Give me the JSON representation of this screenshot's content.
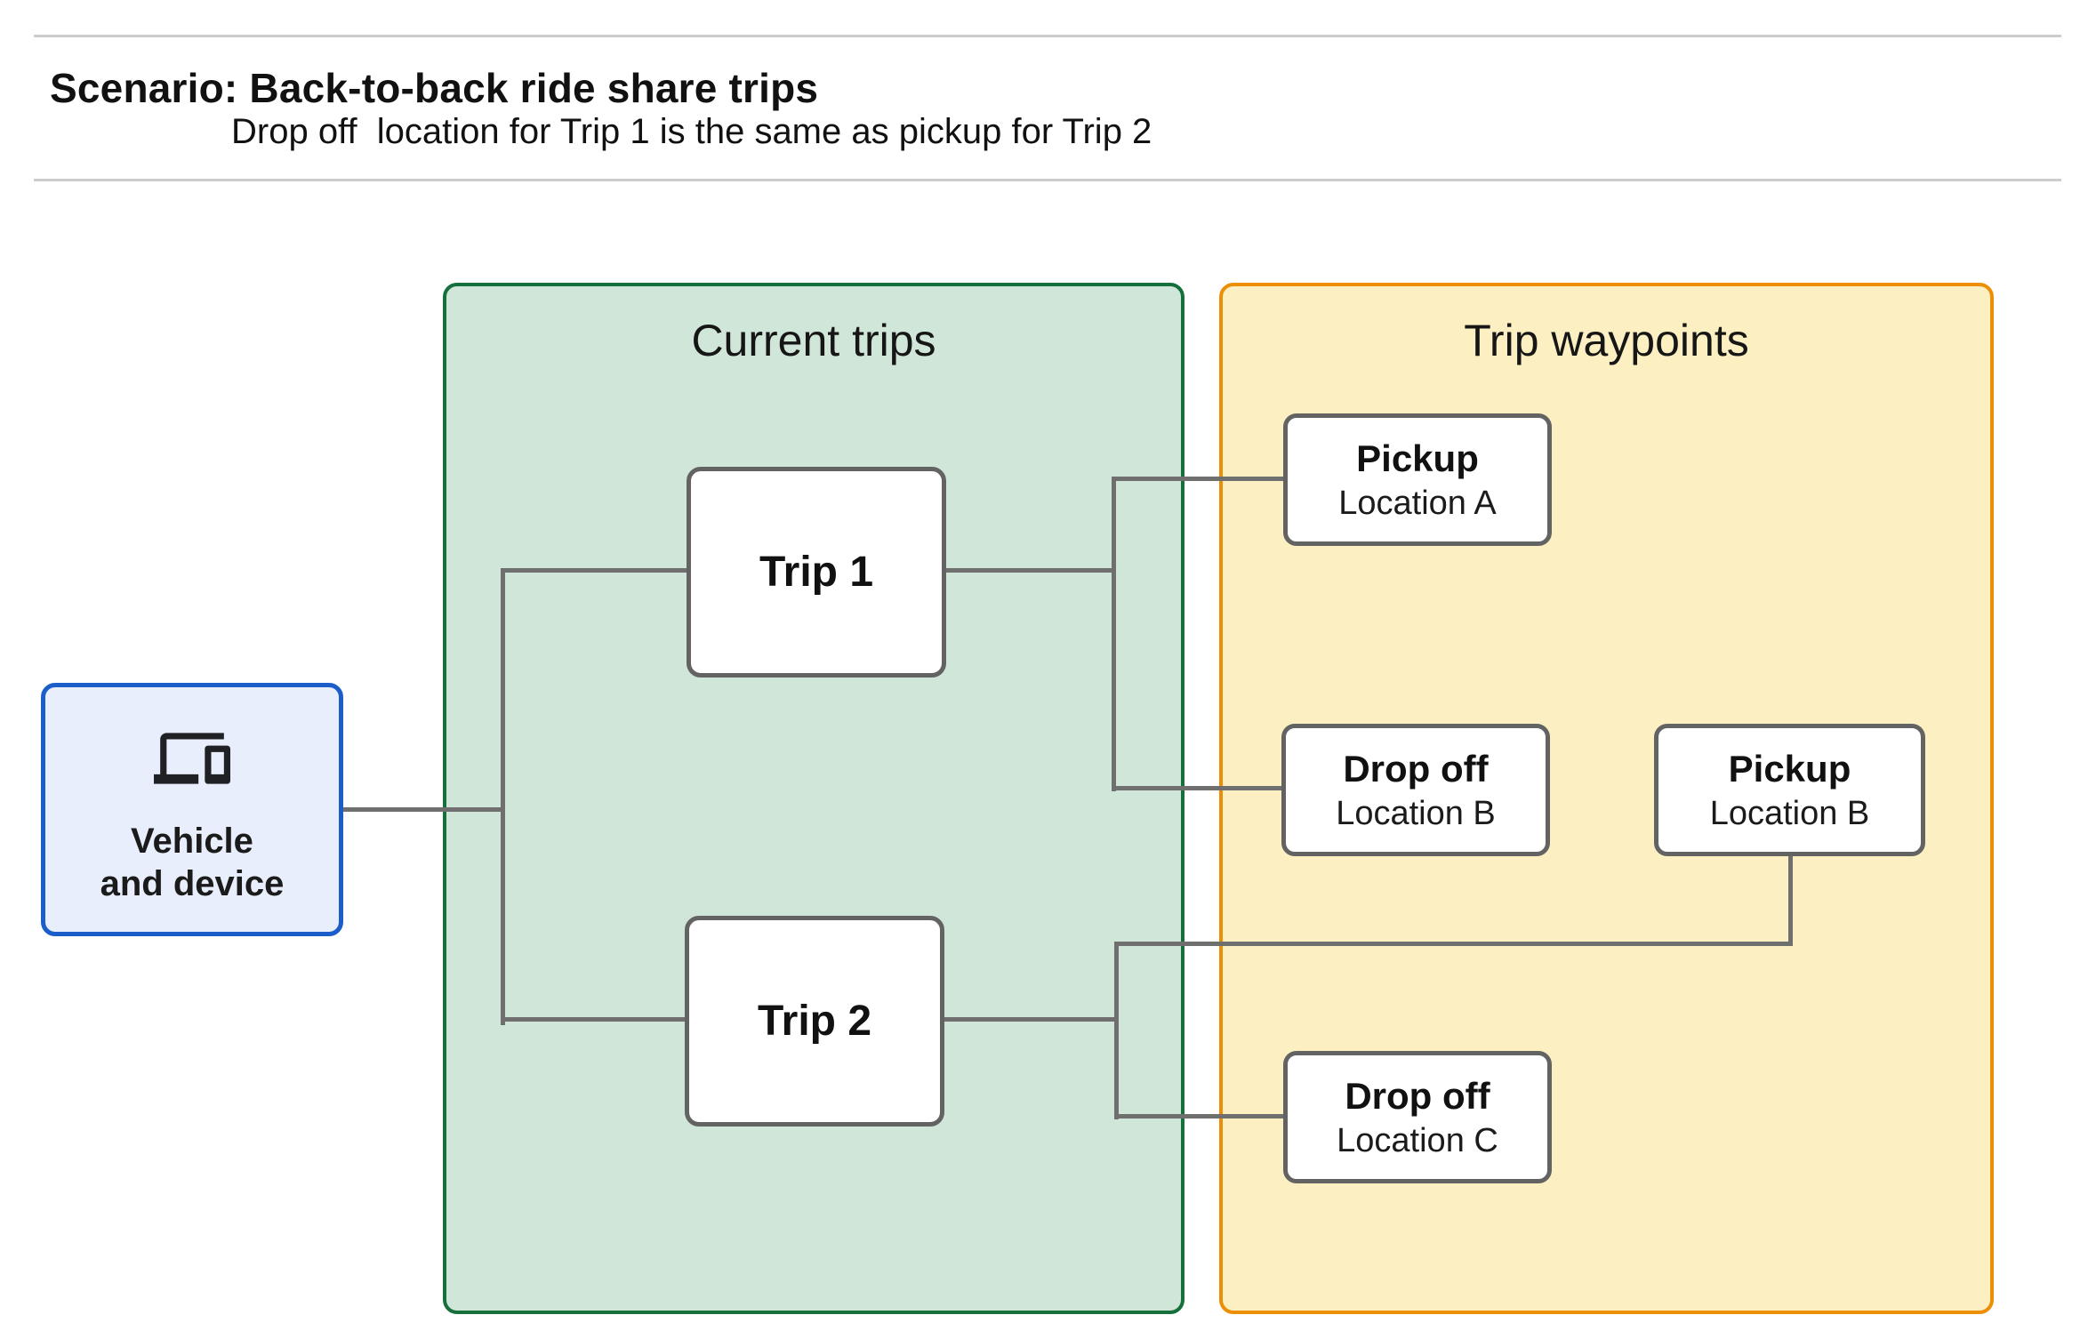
{
  "header": {
    "title": "Scenario: Back-to-back ride share trips",
    "subtitle": "Drop off  location for Trip 1 is the same as pickup for Trip 2"
  },
  "vehicle_node": {
    "icon": "devices-icon",
    "label_line1": "Vehicle",
    "label_line2": "and device"
  },
  "groups": {
    "current_trips": {
      "title": "Current trips",
      "fill": "#d0e6d8",
      "border": "#16703c"
    },
    "trip_waypoints": {
      "title": "Trip waypoints",
      "fill": "#fcf0c2",
      "border": "#ec8f06"
    }
  },
  "trips": [
    {
      "label": "Trip 1"
    },
    {
      "label": "Trip 2"
    }
  ],
  "waypoints": [
    {
      "title": "Pickup",
      "location": "Location A"
    },
    {
      "title": "Drop off",
      "location": "Location B"
    },
    {
      "title": "Pickup",
      "location": "Location B"
    },
    {
      "title": "Drop off",
      "location": "Location C"
    }
  ],
  "edges": [
    "vehicle-and-device — Trip 1",
    "vehicle-and-device — Trip 2",
    "Trip 1 — Pickup Location A",
    "Trip 1 — Drop off Location B",
    "Trip 2 — Pickup Location B",
    "Trip 2 — Drop off Location C"
  ],
  "colors": {
    "connector_gray": "#6f6f6f",
    "node_border_gray": "#636363",
    "vehicle_fill": "#e8eefb",
    "vehicle_border": "#1b5ec9",
    "divider_gray": "#cccccc",
    "icon_dark": "#202124"
  }
}
